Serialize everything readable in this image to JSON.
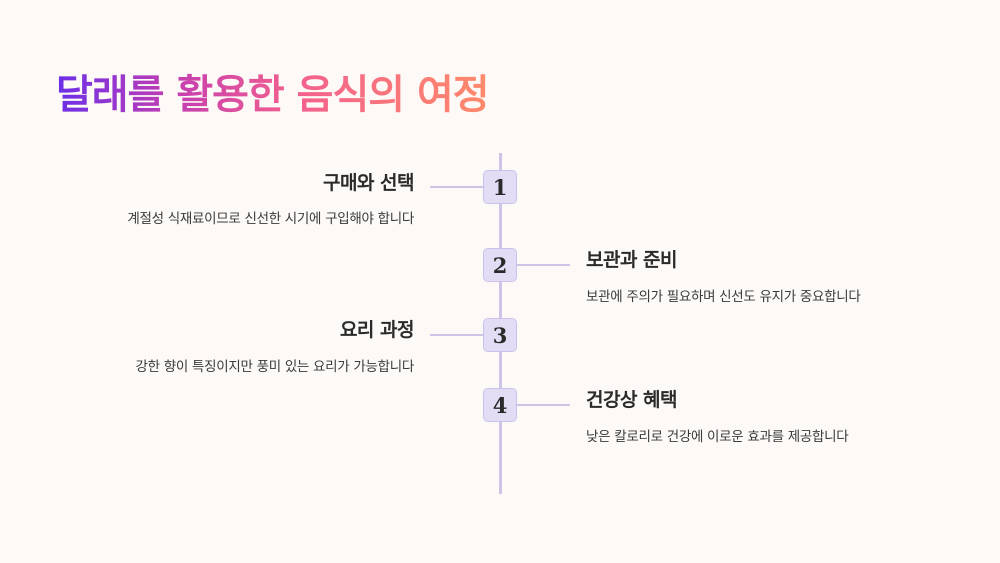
{
  "title": "달래를 활용한 음식의 여정",
  "colors": {
    "background": "#fdf9f6",
    "title_gradient": [
      "#6a2ee8",
      "#c63fb0",
      "#f2608e",
      "#ff8a6a"
    ],
    "line": "#cfc4e6",
    "box_fill": "#e2dcf5",
    "text": "#2a2a2a"
  },
  "steps": [
    {
      "number": "1",
      "side": "left",
      "title": "구매와 선택",
      "description": "계절성 식재료이므로 신선한 시기에 구입해야 합니다"
    },
    {
      "number": "2",
      "side": "right",
      "title": "보관과 준비",
      "description": "보관에 주의가 필요하며 신선도 유지가 중요합니다"
    },
    {
      "number": "3",
      "side": "left",
      "title": "요리 과정",
      "description": "강한 향이 특징이지만 풍미 있는 요리가 가능합니다"
    },
    {
      "number": "4",
      "side": "right",
      "title": "건강상 혜택",
      "description": "낮은 칼로리로 건강에 이로운 효과를 제공합니다"
    }
  ]
}
